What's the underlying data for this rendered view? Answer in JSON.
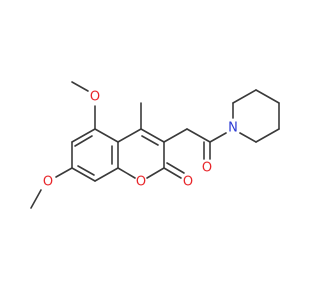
{
  "molecule": {
    "atoms": {
      "o_methoxy_5": "O",
      "o_methoxy_7": "O",
      "o_ring": "O",
      "o_lactone_carbonyl": "O",
      "o_amide_carbonyl": "O",
      "n_piperidine": "N"
    }
  },
  "colors": {
    "bond": "#3a3a3a",
    "oxygen": "#e8262a",
    "nitrogen": "#2a39d4",
    "background": "#ffffff"
  }
}
